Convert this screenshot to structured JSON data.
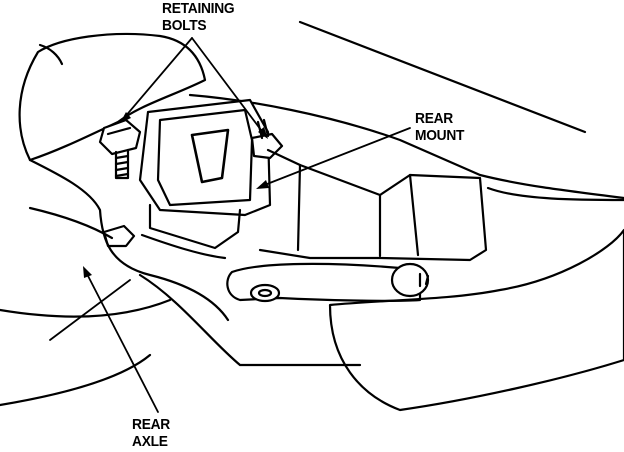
{
  "labels": {
    "retaining_bolts": [
      "RETAINING",
      "BOLTS"
    ],
    "rear_mount": [
      "REAR",
      "MOUNT"
    ],
    "rear_axle": [
      "REAR",
      "AXLE"
    ]
  },
  "colors": {
    "ink": "#000000",
    "paper": "#ffffff"
  }
}
